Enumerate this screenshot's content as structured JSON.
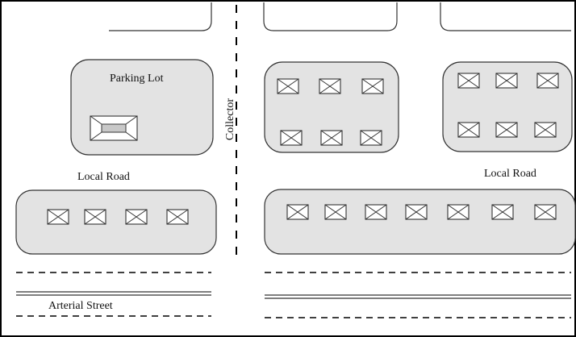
{
  "labels": {
    "parking_lot": "Parking Lot",
    "local_road_left": "Local Road",
    "local_road_right": "Local Road",
    "collector": "Collector",
    "arterial_street": "Arterial Street"
  },
  "colors": {
    "block_fill": "#e3e3e3",
    "outline": "#333333",
    "frame": "#000000",
    "building_fill": "#ffffff"
  }
}
